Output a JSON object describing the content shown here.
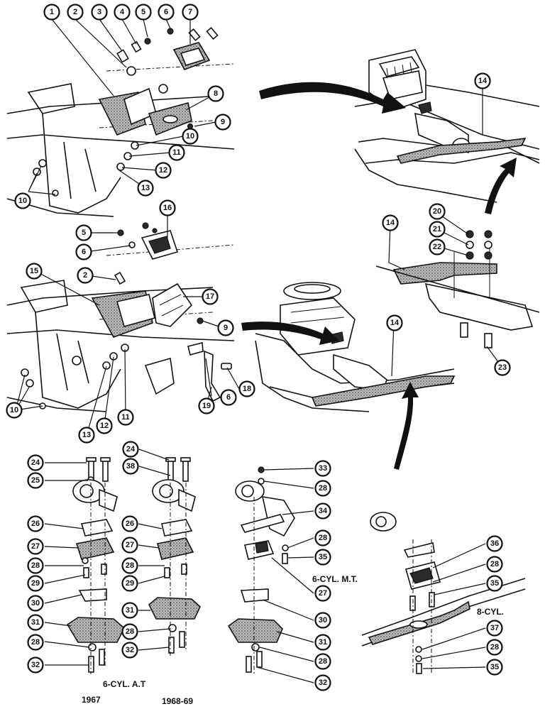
{
  "callouts": {
    "c1": "1",
    "c2": "2",
    "c3": "3",
    "c4": "4",
    "c5": "5",
    "c6": "6",
    "c7": "7",
    "c8": "8",
    "c9": "9",
    "c10": "10",
    "c11": "11",
    "c12": "12",
    "c13": "13",
    "c14": "14",
    "c15": "15",
    "c16": "16",
    "c17": "17",
    "c18": "18",
    "c19": "19",
    "c20": "20",
    "c21": "21",
    "c22": "22",
    "c23": "23",
    "c24": "24",
    "c25": "25",
    "c26": "26",
    "c27": "27",
    "c28": "28",
    "c29": "29",
    "c30": "30",
    "c31": "31",
    "c32": "32",
    "c33": "33",
    "c34": "34",
    "c35": "35",
    "c36": "36",
    "c37": "37",
    "c38": "38"
  },
  "labels": {
    "six_cyl_at": "6-CYL. A.T",
    "six_cyl_mt": "6-CYL. M.T.",
    "eight_cyl": "8-CYL.",
    "year_1967": "1967",
    "year_1968_69": "1968-69"
  }
}
